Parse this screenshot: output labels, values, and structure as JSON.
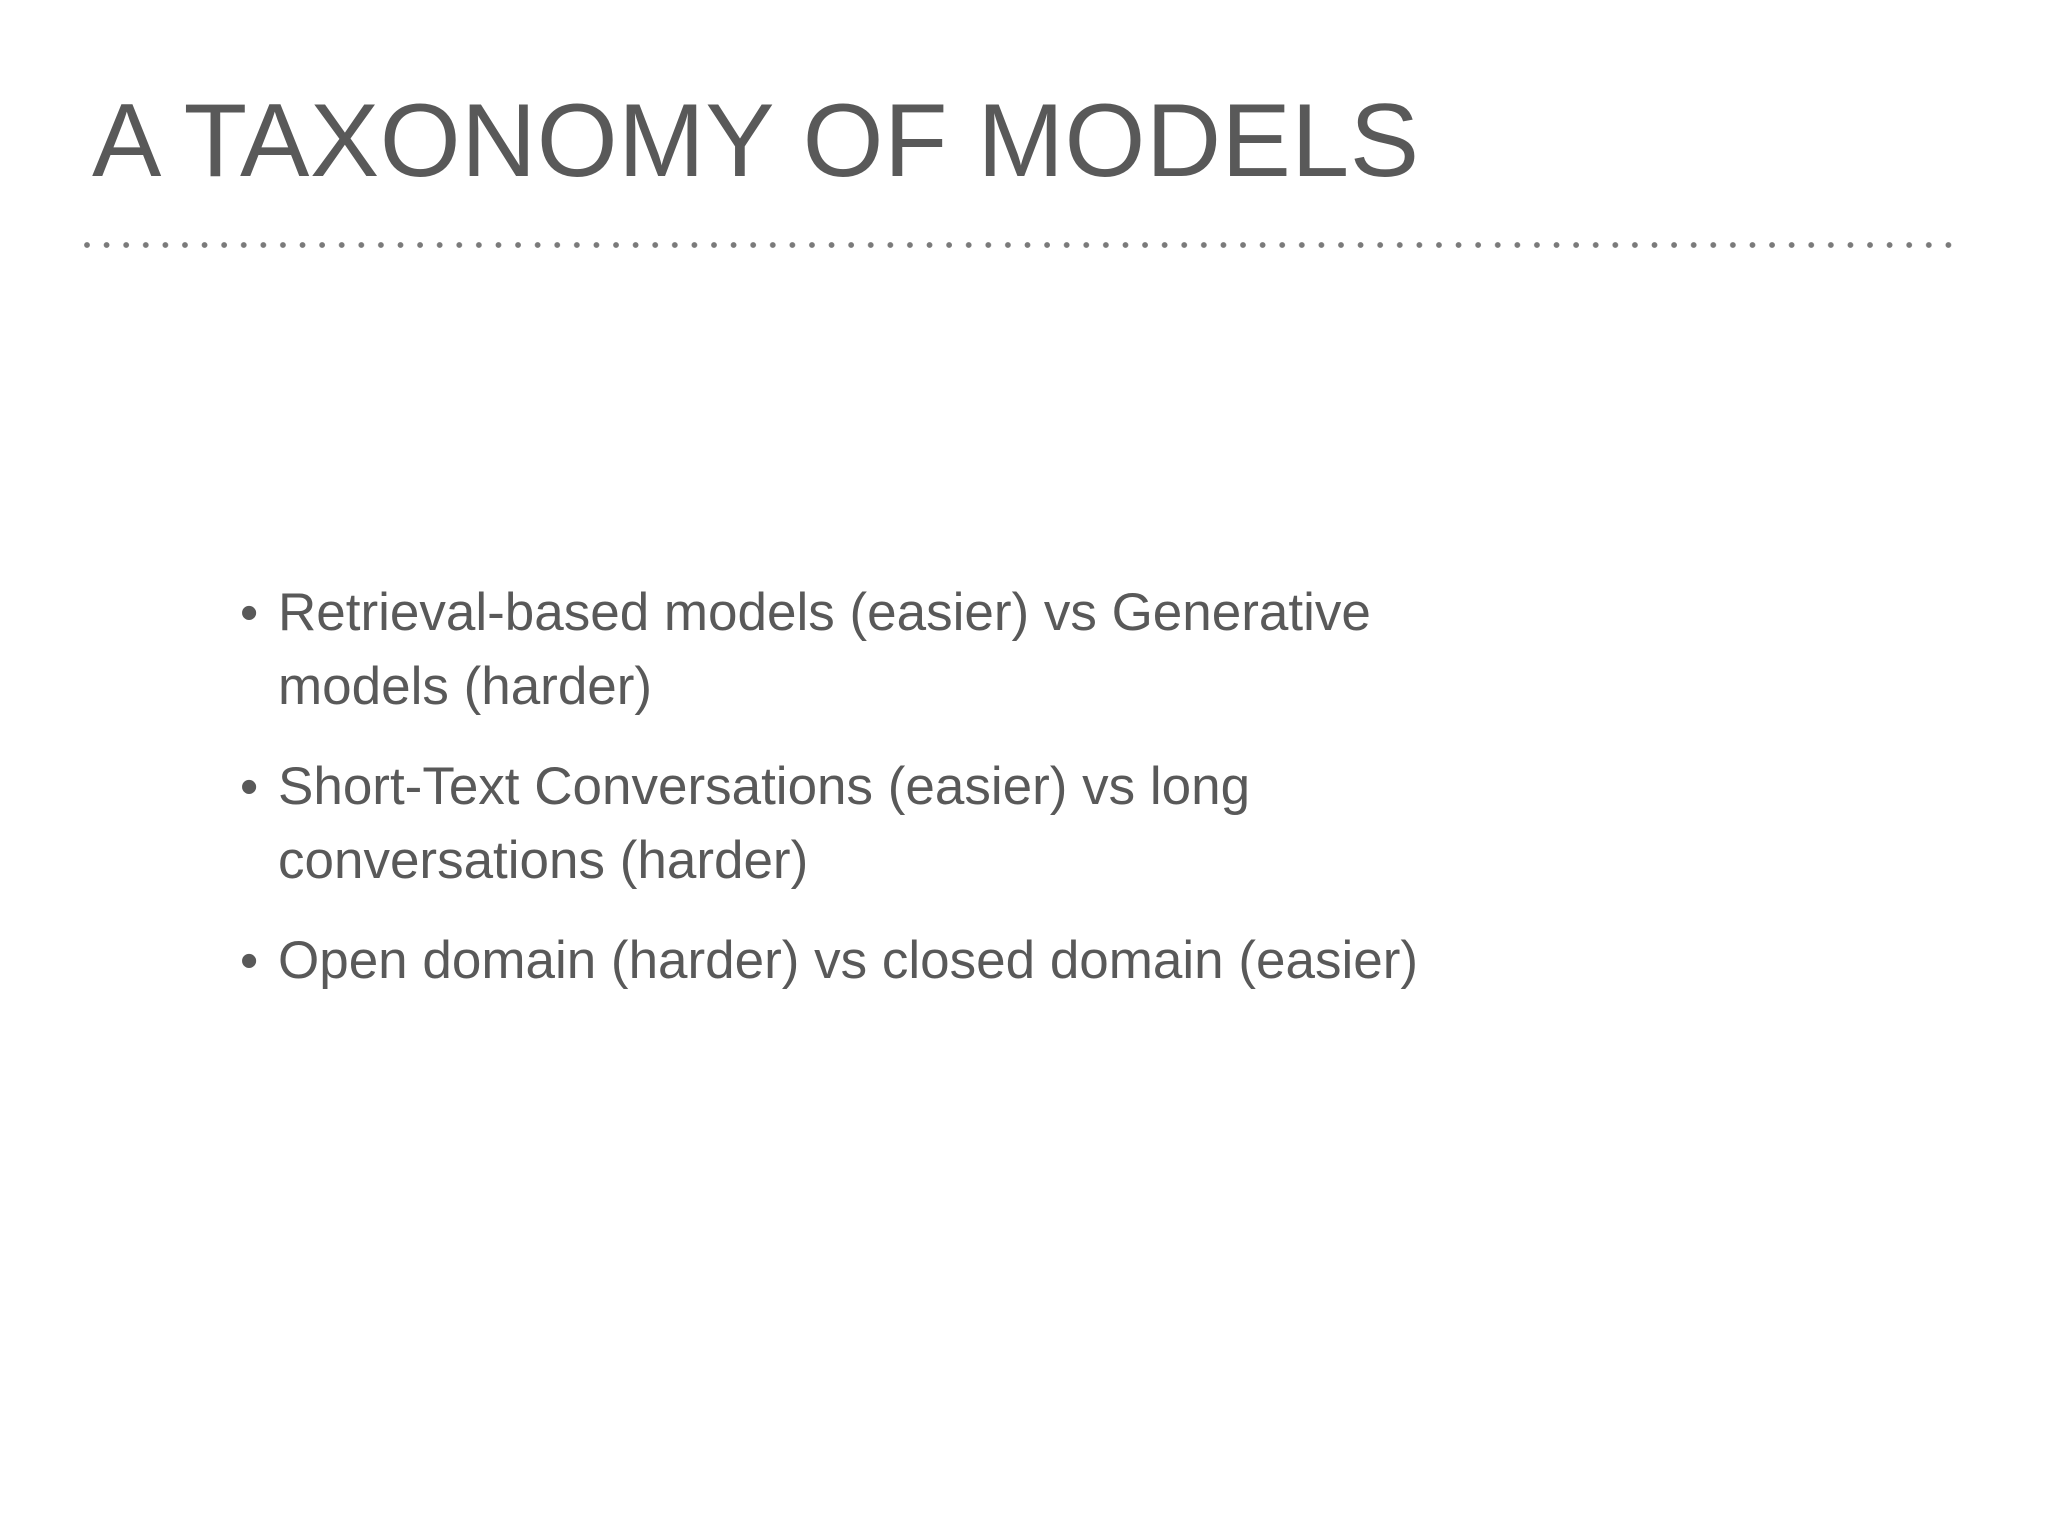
{
  "slide": {
    "background_color": "#ffffff",
    "title": "A TAXONOMY OF MODELS",
    "title_color": "#595959",
    "divider": {
      "name": "dotted-rule",
      "color": "#7a7a7a",
      "style": "dotted"
    },
    "body": {
      "text_color": "#595959",
      "bullet_glyph": "•",
      "bullets": [
        {
          "text": "Retrieval-based models (easier) vs Generative models (harder)"
        },
        {
          "text": "Short-Text Conversations (easier) vs long conversations (harder)"
        },
        {
          "text": "Open domain (harder) vs closed domain (easier)"
        }
      ]
    }
  }
}
